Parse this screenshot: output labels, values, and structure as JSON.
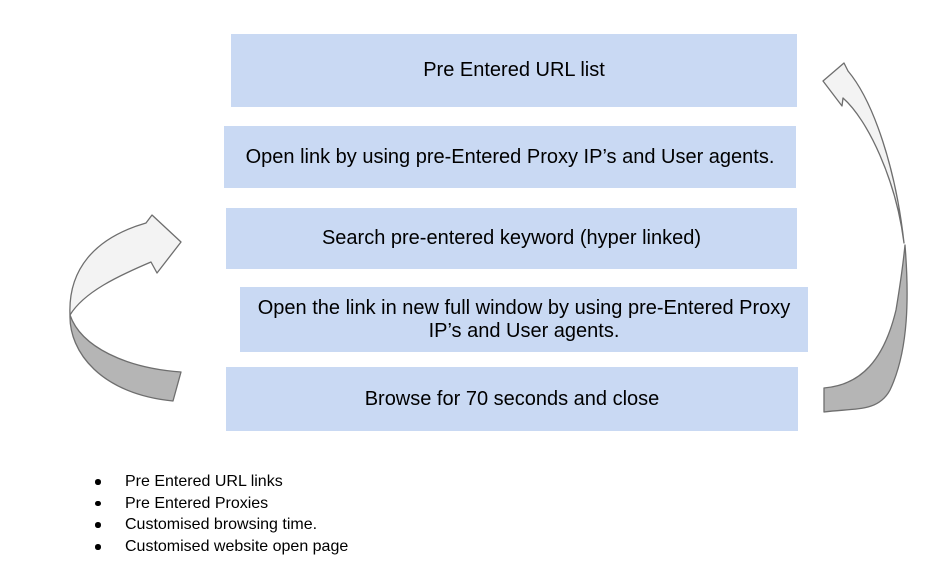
{
  "flow": {
    "steps": [
      {
        "lines": [
          "Pre Entered URL list"
        ]
      },
      {
        "lines": [
          "Open link by using pre-Entered Proxy IP’s and User agents."
        ]
      },
      {
        "lines": [
          "Search pre-entered keyword (hyper linked)"
        ]
      },
      {
        "lines": [
          "Open the link in new full window by using pre-Entered Proxy",
          "IP’s and User agents."
        ]
      },
      {
        "lines": [
          "Browse for 70 seconds and close"
        ]
      }
    ]
  },
  "features": [
    "Pre Entered URL links",
    "Pre Entered Proxies",
    "Customised browsing time.",
    "Customised website open page"
  ],
  "icons": {
    "left_arrow": "curved-loop-arrow-left",
    "right_arrow": "curved-loop-arrow-right",
    "bullet": "list-bullet-dot"
  },
  "colors": {
    "box_fill": "#c9d9f3",
    "arrow_light_fill": "#f3f3f3",
    "arrow_dark_fill": "#b5b5b5",
    "arrow_stroke": "#6e6e6e",
    "text": "#000000",
    "background": "#ffffff"
  }
}
